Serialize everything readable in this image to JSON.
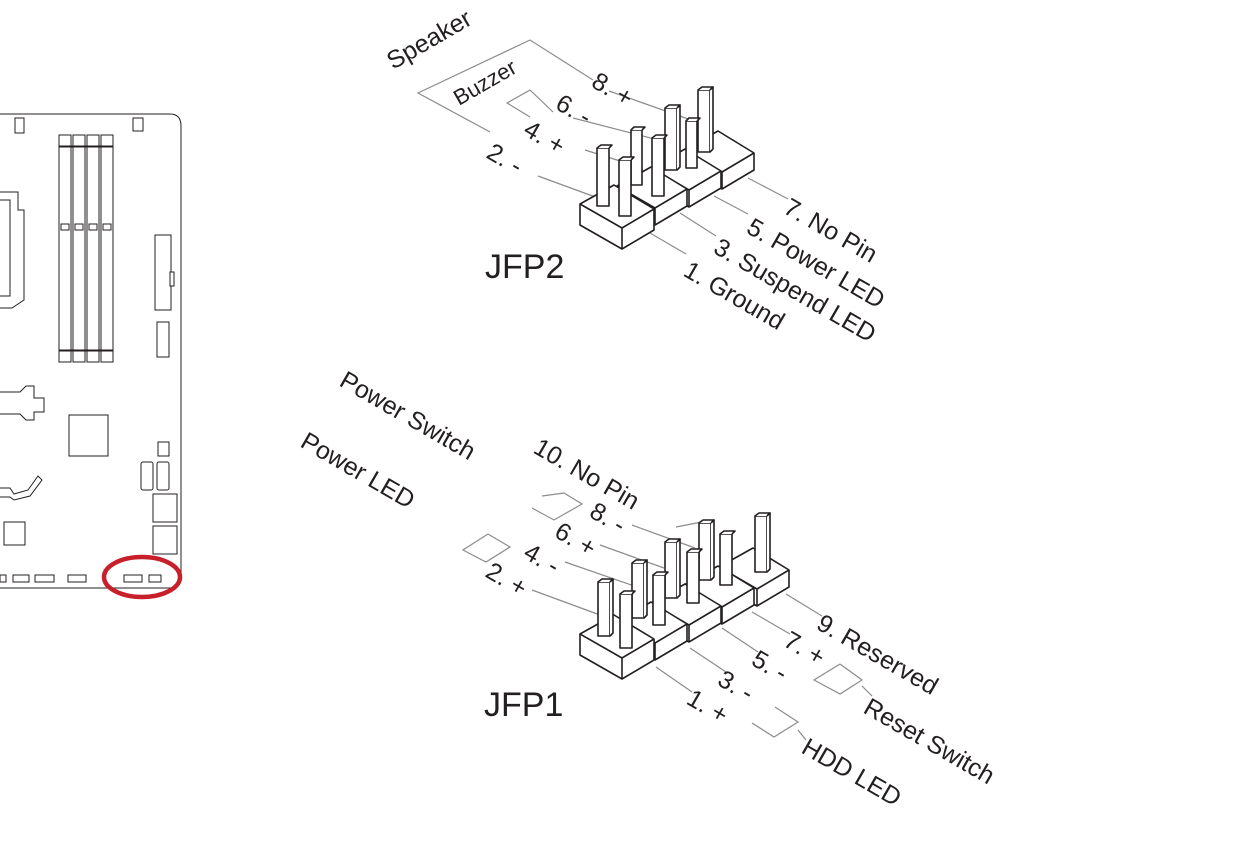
{
  "jfp2": {
    "title": "JFP2",
    "groups": {
      "speaker": "Speaker",
      "buzzer": "Buzzer"
    },
    "pins_even": [
      "8. +",
      "6. -",
      "4. +",
      "2. -"
    ],
    "pins_odd": [
      "7. No Pin",
      "5. Power LED",
      "3. Suspend LED",
      "1. Ground"
    ]
  },
  "jfp1": {
    "title": "JFP1",
    "groups": {
      "power_switch": "Power Switch",
      "power_led": "Power LED",
      "reset_switch": "Reset Switch",
      "hdd_led": "HDD LED"
    },
    "pins_even": [
      "10. No Pin",
      "8. -",
      "6. +",
      "4. -",
      "2. +"
    ],
    "pins_odd": [
      "9. Reserved",
      "7. +",
      "5. -",
      "3. -",
      "1. +"
    ]
  },
  "colors": {
    "highlight": "#c8202a",
    "ink": "#231f20",
    "leader": "#8c8c8c"
  }
}
